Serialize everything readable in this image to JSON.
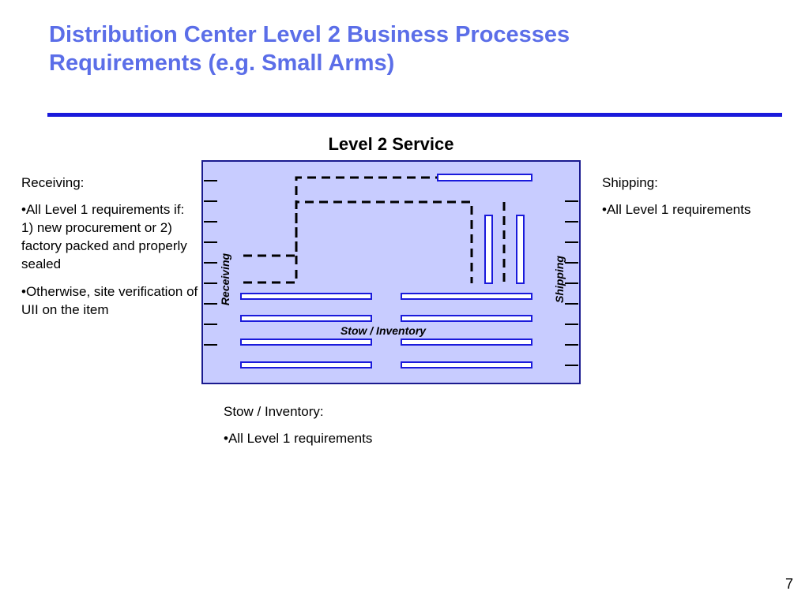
{
  "slide": {
    "title_line1": "Distribution Center Level 2 Business Processes",
    "title_line2": "Requirements (e.g. Small Arms)",
    "subtitle": "Level 2 Service",
    "page_number": "7"
  },
  "receiving": {
    "heading": "Receiving:",
    "bullets": [
      "•All Level 1 requirements if: 1) new procurement or 2) factory packed and properly sealed",
      "•Otherwise, site verification of UII on the item"
    ]
  },
  "shipping": {
    "heading": "Shipping:",
    "bullets": [
      "•All Level 1 requirements"
    ]
  },
  "stow": {
    "heading": "Stow / Inventory:",
    "bullets": [
      "•All Level 1 requirements"
    ]
  },
  "diagram": {
    "label_receiving": "Receiving",
    "label_shipping": "Shipping",
    "label_stow": "Stow / Inventory"
  },
  "colors": {
    "title": "#5b6ee8",
    "rule": "#1a1adb",
    "diagram_fill": "#c8ccff",
    "diagram_border": "#1a1a8f"
  }
}
